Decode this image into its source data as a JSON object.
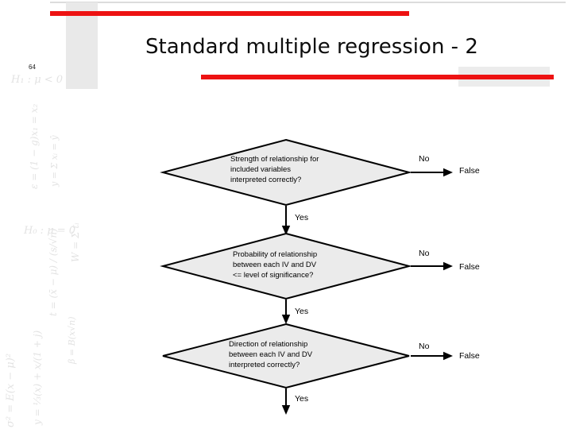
{
  "slide": {
    "page_number": "64",
    "title": "Standard multiple regression - 2"
  },
  "colors": {
    "accent_red": "#ed1212",
    "diamond_fill": "#ebebeb",
    "panel_gray": "#e9e9e9",
    "watermark_gray": "#e3e3e3"
  },
  "watermark": {
    "formulas": [
      {
        "text": "H₁ : μ < 0"
      },
      {
        "text": "ε = (1 − g)x₁ = x₂"
      },
      {
        "text": "y = Σ xᵢ = ŷ"
      },
      {
        "text": "W = Σ tᵢ"
      },
      {
        "text": "H₀ : μ = 0"
      },
      {
        "text": "t = (x̄ − μ) / (s/√n)"
      },
      {
        "text": "σ² = E(x − μ)²"
      },
      {
        "text": "y = ⅓(x) + x/(1 + j)"
      },
      {
        "text": "β = B(x√n)"
      }
    ]
  },
  "flowchart": {
    "steps": [
      {
        "lines": [
          "Strength of relationship for",
          "included variables",
          "interpreted correctly?"
        ],
        "no": "No",
        "false": "False",
        "yes": "Yes"
      },
      {
        "lines": [
          "Probability of relationship",
          "between each IV and DV",
          "<= level of significance?"
        ],
        "no": "No",
        "false": "False",
        "yes": "Yes"
      },
      {
        "lines": [
          "Direction of relationship",
          "between each IV and DV",
          "interpreted correctly?"
        ],
        "no": "No",
        "false": "False",
        "yes": "Yes"
      }
    ]
  }
}
